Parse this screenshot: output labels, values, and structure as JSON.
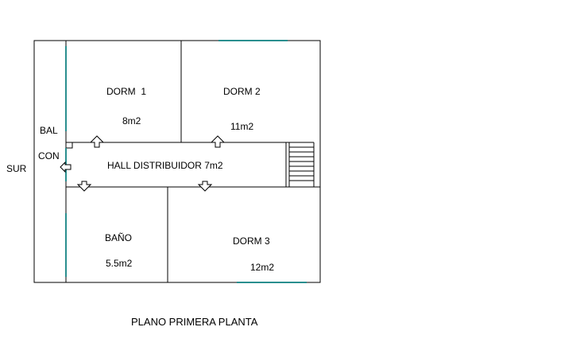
{
  "plan": {
    "orientation_label": "SUR",
    "balcony_label_1": "BAL",
    "balcony_label_2": "CON",
    "rooms": {
      "dorm1": {
        "name": "DORM  1",
        "area": "8m2"
      },
      "dorm2": {
        "name": "DORM 2",
        "area": "11m2"
      },
      "hall": {
        "name": "HALL DISTRIBUIDOR 7m2"
      },
      "bano": {
        "name": "BAÑO",
        "area": "5.5m2"
      },
      "dorm3": {
        "name": "DORM 3",
        "area": "12m2"
      }
    },
    "title": "PLANO PRIMERA PLANTA"
  },
  "colors": {
    "wall": "#000000",
    "window": "#2a8f8f",
    "background": "#ffffff"
  }
}
